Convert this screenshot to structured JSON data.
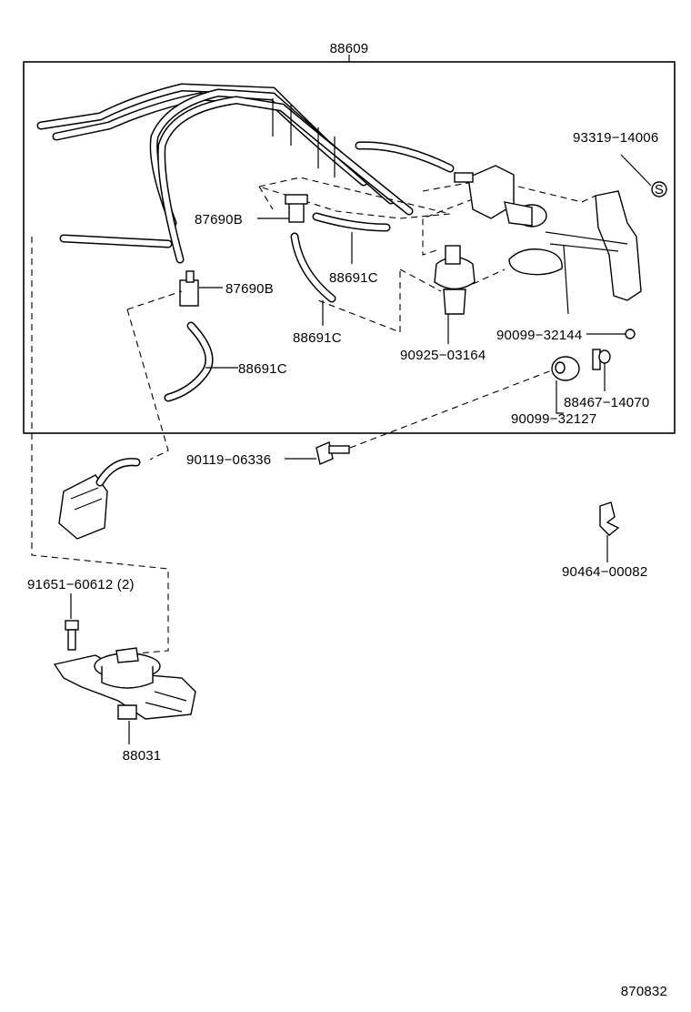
{
  "parts": {
    "p88609": "88609",
    "p93319": "93319−14006",
    "p87690b_top": "87690B",
    "p87690b_mid": "87690B",
    "p88691c_right": "88691C",
    "p88691c_center": "88691C",
    "p88691c_lower": "88691C",
    "p90925": "90925−03164",
    "p90099_32144": "90099−32144",
    "p88467": "88467−14070",
    "p90099_32127": "90099−32127",
    "p90119": "90119−06336",
    "p90464": "90464−00082",
    "p91651": "91651−60612 (2)",
    "p88031": "88031",
    "diagram_number": "870832"
  },
  "symbols": {
    "s_mark": "S"
  }
}
